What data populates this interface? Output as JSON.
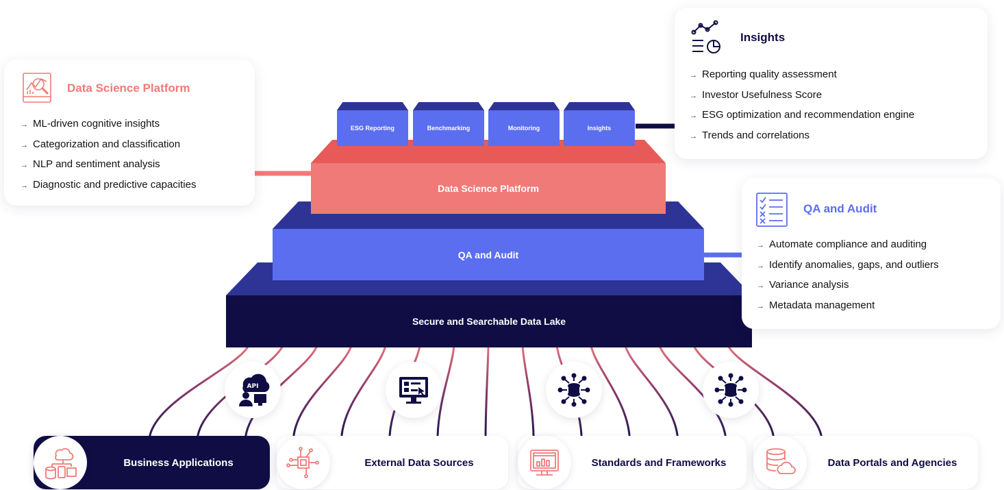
{
  "layers": {
    "data_lake": "Secure and Searchable Data Lake",
    "qa": "QA and Audit",
    "dsp": "Data Science Platform"
  },
  "tabs": [
    "ESG Reporting",
    "Benchmarking",
    "Monitoring",
    "Insights"
  ],
  "cards": {
    "dsp": {
      "title": "Data Science Platform",
      "items": [
        "ML-driven cognitive insights",
        "Categorization and classification",
        "NLP and sentiment analysis",
        "Diagnostic and predictive capacities"
      ]
    },
    "insights": {
      "title": "Insights",
      "items": [
        "Reporting quality assessment",
        "Investor Usefulness Score",
        "ESG optimization and recommendation engine",
        "Trends and correlations"
      ]
    },
    "qa": {
      "title": "QA and Audit",
      "items": [
        "Automate compliance and auditing",
        "Identify anomalies, gaps, and outliers",
        "Variance analysis",
        "Metadata management"
      ]
    }
  },
  "sources": [
    "Business Applications",
    "External Data Sources",
    "Standards and Frameworks",
    "Data Portals and Agencies"
  ],
  "colors": {
    "navy": "#0f0d44",
    "indigo": "#2e3496",
    "blue": "#5b6ef0",
    "coral": "#f07a78",
    "coral_dark": "#e85a58"
  }
}
